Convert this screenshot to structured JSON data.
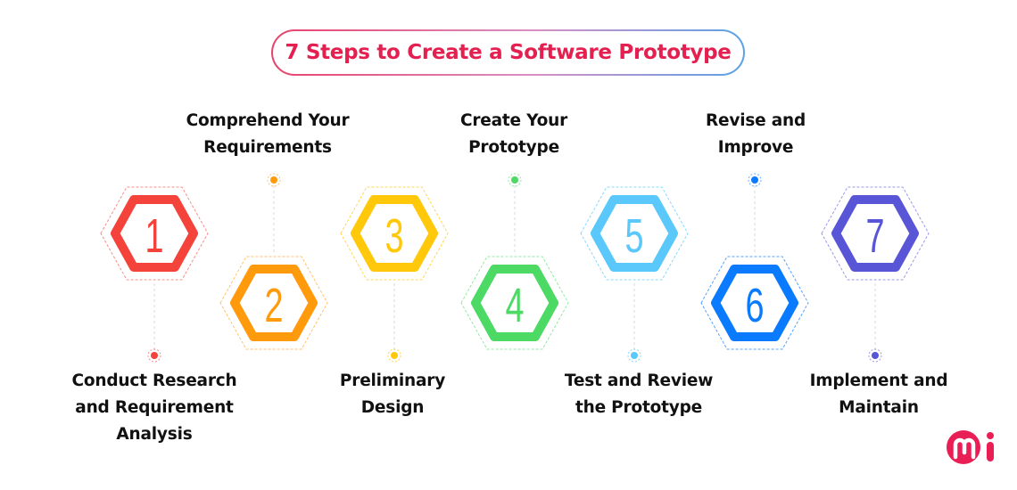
{
  "title": "7 Steps to Create a Software Prototype",
  "colors": {
    "title": "#e3204f",
    "step1": "#f4433a",
    "step2": "#ff9a0c",
    "step3": "#ffc80a",
    "step4": "#4cd964",
    "step5": "#5ac8fa",
    "step6": "#0a7aff",
    "step7": "#5856d6"
  },
  "steps": [
    {
      "number": "1",
      "label_lines": [
        "Conduct Research",
        "and Requirement",
        "Analysis"
      ],
      "label_position": "bottom"
    },
    {
      "number": "2",
      "label_lines": [
        "Comprehend Your",
        "Requirements"
      ],
      "label_position": "top"
    },
    {
      "number": "3",
      "label_lines": [
        "Preliminary",
        "Design"
      ],
      "label_position": "bottom"
    },
    {
      "number": "4",
      "label_lines": [
        "Create Your",
        "Prototype"
      ],
      "label_position": "top"
    },
    {
      "number": "5",
      "label_lines": [
        "Test and Review",
        "the Prototype"
      ],
      "label_position": "bottom"
    },
    {
      "number": "6",
      "label_lines": [
        "Revise and",
        "Improve"
      ],
      "label_position": "top"
    },
    {
      "number": "7",
      "label_lines": [
        "Implement and",
        "Maintain"
      ],
      "label_position": "bottom"
    }
  ],
  "logo": {
    "text": "mi",
    "color": "#e91e55"
  }
}
